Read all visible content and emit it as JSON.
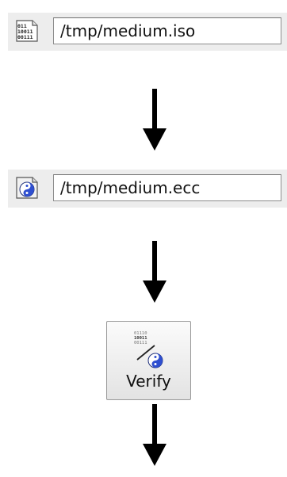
{
  "iso_file": {
    "path": "/tmp/medium.iso",
    "icon": "binary-file-icon",
    "icon_text": [
      "011",
      "10011",
      "00111"
    ]
  },
  "ecc_file": {
    "path": "/tmp/medium.ecc",
    "icon": "yin-yang-file-icon"
  },
  "verify_button": {
    "label": "Verify",
    "icon": "verify-icon",
    "icon_text": [
      "01110",
      "10011",
      "00111"
    ]
  },
  "colors": {
    "background": "#ffffff",
    "row_background": "#ededed",
    "arrow": "#000000",
    "yin_yang_blue": "#2f4fd0"
  }
}
